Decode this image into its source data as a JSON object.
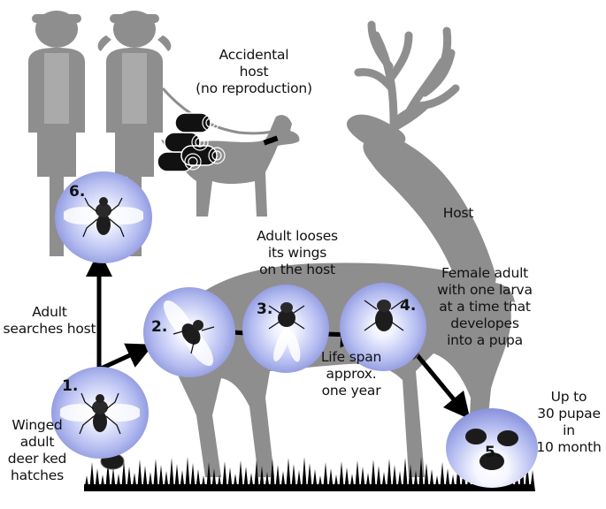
{
  "labels": {
    "accidental_host": [
      "Accidental",
      "host",
      "(no reproduction)"
    ],
    "host": "Host",
    "adult_looses_wings": [
      "Adult looses",
      "its wings",
      "on the host"
    ],
    "female_adult": [
      "Female adult",
      "with one larva",
      "at a time that",
      "developes",
      "into a pupa"
    ],
    "adult_searches": [
      "Adult",
      "searches host"
    ],
    "life_span": [
      "Life span",
      "approx.",
      "one year"
    ],
    "winged_adult": [
      "Winged",
      "adult",
      "deer ked",
      "hatches"
    ],
    "pupae": [
      "Up to",
      "30 pupae",
      "in",
      "10 month"
    ]
  },
  "stages": [
    "1.",
    "2.",
    "3.",
    "4.",
    "5.",
    "6."
  ],
  "colors": {
    "silhouette": "#8e8e8e",
    "bubble": "#7d86d6",
    "arrow": "#000000",
    "grass": "#000000"
  }
}
